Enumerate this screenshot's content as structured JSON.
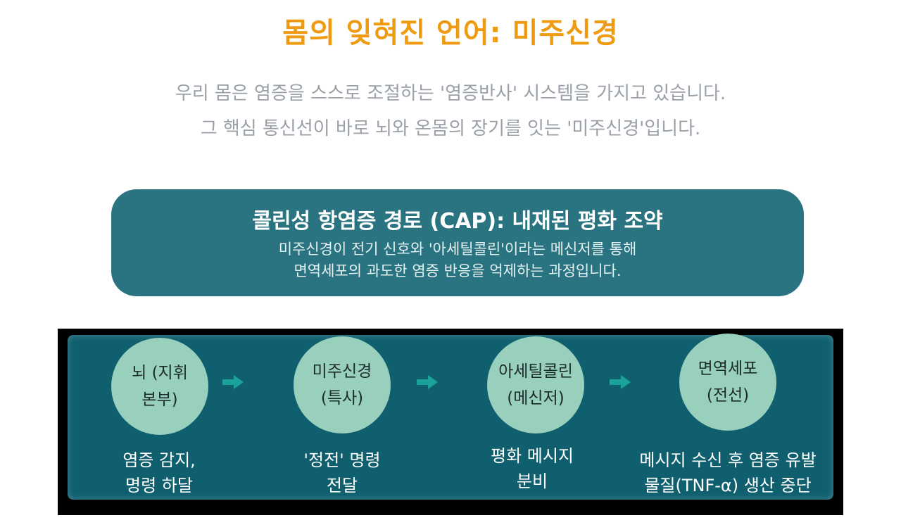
{
  "header": {
    "title": "몸의 잊혀진 언어: 미주신경",
    "subtitle_line1": "우리 몸은 염증을 스스로 조절하는 '염증반사' 시스템을 가지고 있습니다.",
    "subtitle_line2": "그 핵심 통신선이 바로 뇌와 온몸의 장기를 잇는 '미주신경'입니다."
  },
  "cap": {
    "title": "콜린성 항염증 경로 (CAP): 내재된 평화 조약",
    "desc_line1": "미주신경이 전기 신호와 '아세틸콜린'이라는 메신저를 통해",
    "desc_line2": "면역세포의 과도한 염증 반응을 억제하는 과정입니다."
  },
  "flow": {
    "steps": [
      {
        "node_line1": "뇌 (지휘",
        "node_line2": "본부)",
        "desc_line1": "염증 감지,",
        "desc_line2": "명령 하달"
      },
      {
        "node_line1": "미주신경",
        "node_line2": "(특사)",
        "desc_line1": "'정전' 명령",
        "desc_line2": "전달"
      },
      {
        "node_line1": "아세틸콜린",
        "node_line2": "(메신저)",
        "desc_line1": "평화 메시지",
        "desc_line2": "분비"
      },
      {
        "node_line1": "면역세포",
        "node_line2": "(전선)",
        "desc_line1": "메시지 수신 후 염증 유발",
        "desc_line2": "물질(TNF-α) 생산 중단"
      }
    ]
  },
  "colors": {
    "title": "#ee9b12",
    "cap_box": "#297480",
    "flow_bg": "#0f5f6f",
    "node": "#98cfbd",
    "arrow": "#1aa39a"
  },
  "icons": {
    "arrow": "arrow-right-icon"
  }
}
